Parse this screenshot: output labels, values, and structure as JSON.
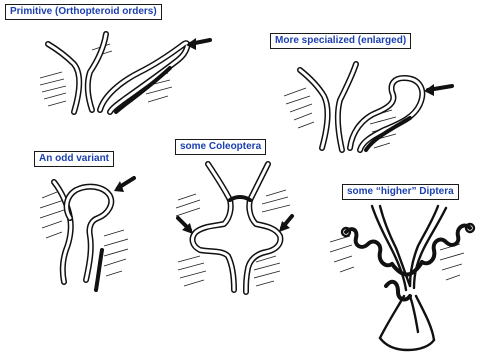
{
  "labels": {
    "primitive": "Primitive (Orthopteroid orders)",
    "specialized": "More specialized (enlarged)",
    "odd": "An odd variant",
    "coleoptera": "some Coleoptera",
    "diptera": "some “higher” Diptera"
  },
  "colors": {
    "label_text": "#1a3fb0",
    "ink": "#111111"
  }
}
